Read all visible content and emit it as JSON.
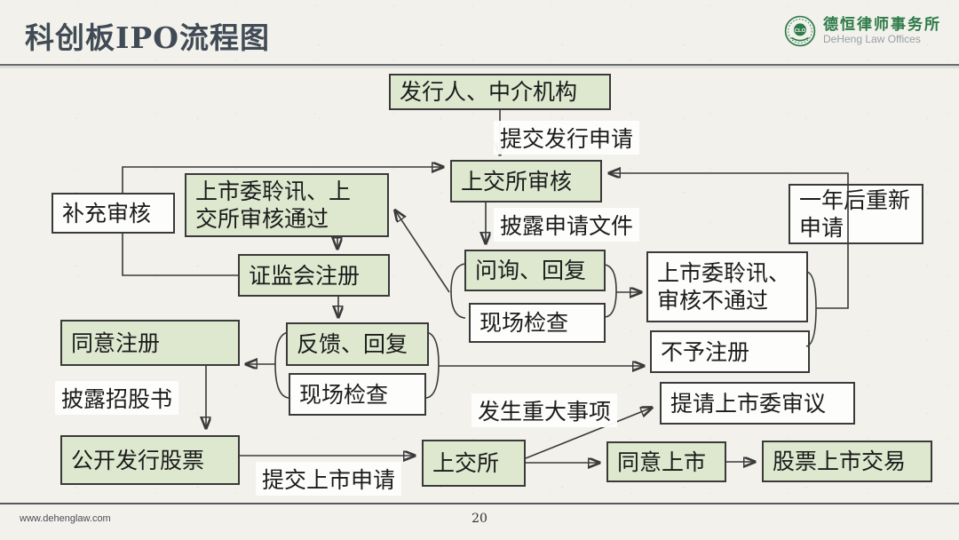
{
  "header": {
    "title": "科创板IPO流程图",
    "logo_cn": "德恒律师事务所",
    "logo_en": "DeHeng Law Offices"
  },
  "footer": {
    "website": "www.dehenglaw.com",
    "page_number": "20"
  },
  "colors": {
    "node_green_fill": "#dde8cf",
    "node_white_fill": "#fdfdfb",
    "line_and_border": "#3a3a3a",
    "logo_green": "#2e7b49",
    "title_color": "#414b56",
    "background": "#f2f1ec"
  },
  "nodes": {
    "issuer": {
      "label": "发行人、中介机构"
    },
    "sse_review": {
      "label": "上交所审核"
    },
    "supplement_review": {
      "label": "补充审核"
    },
    "committee_pass": {
      "label": "上市委聆讯、上\n交所审核通过"
    },
    "csrc_registration": {
      "label": "证监会注册"
    },
    "inquiry_reply": {
      "label": "问询、回复"
    },
    "site_inspection_right": {
      "label": "现场检查"
    },
    "reapply_one_year": {
      "label": "一年后重新\n申请"
    },
    "committee_fail": {
      "label": "上市委聆讯、\n审核不通过"
    },
    "no_registration": {
      "label": "不予注册"
    },
    "agree_registration": {
      "label": "同意注册"
    },
    "feedback_reply": {
      "label": "反馈、回复"
    },
    "site_inspection_left": {
      "label": "现场检查"
    },
    "public_offering": {
      "label": "公开发行股票"
    },
    "sse": {
      "label": "上交所"
    },
    "agree_listing": {
      "label": "同意上市"
    },
    "stock_trading": {
      "label": "股票上市交易"
    },
    "submit_committee_review": {
      "label": "提请上市委审议"
    }
  },
  "edge_labels": {
    "submit_application": "提交发行申请",
    "disclose_documents": "披露申请文件",
    "disclose_prospectus": "披露招股书",
    "submit_listing_application": "提交上市申请",
    "major_event": "发生重大事项"
  }
}
